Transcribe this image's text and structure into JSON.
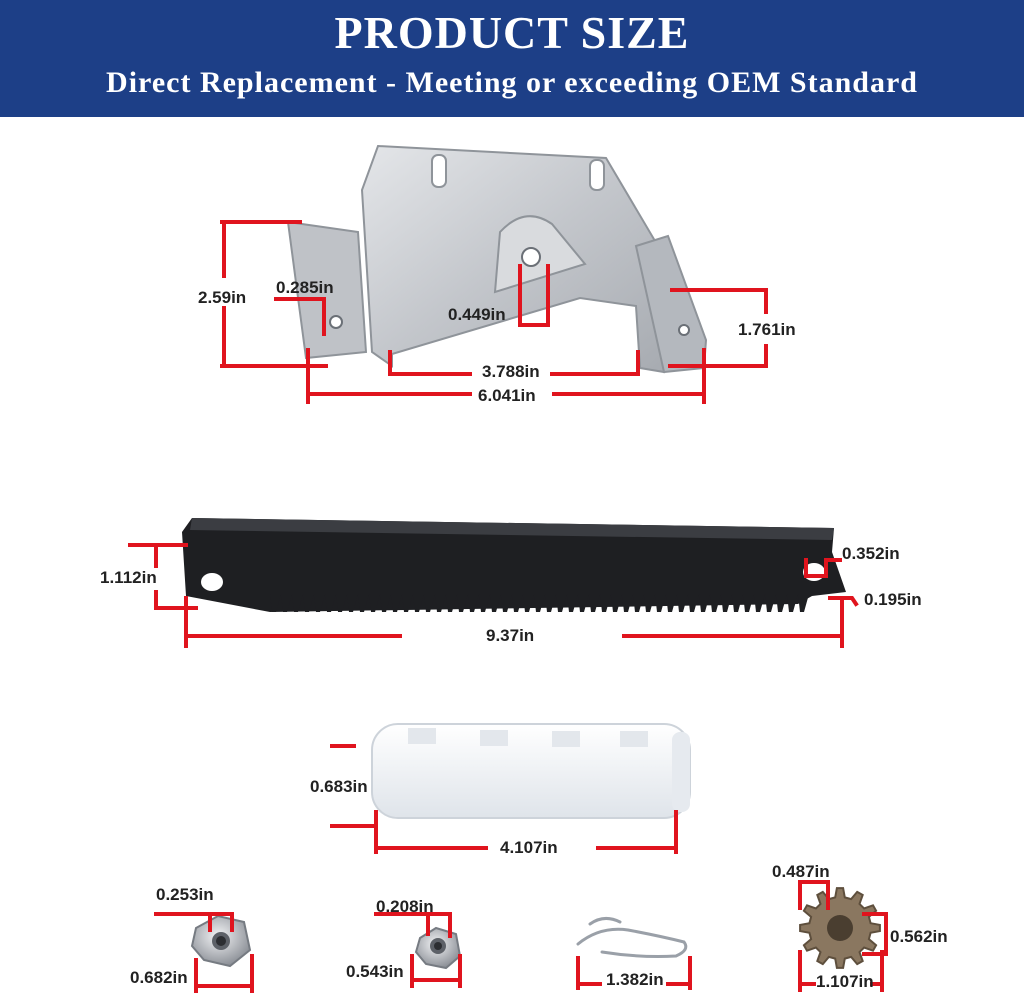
{
  "header": {
    "title": "PRODUCT SIZE",
    "subtitle": "Direct Replacement - Meeting or exceeding OEM Standard"
  },
  "colors": {
    "banner": "#1d3f87",
    "dimension_line": "#e0141e",
    "bracket_metal": "#c9cbcf",
    "rack": "#1e1f22",
    "bushing": "#f4f6f8",
    "gear": "#8a7760"
  },
  "bracket": {
    "height": "2.59in",
    "hole_diameter": "0.285in",
    "center_hole": "0.449in",
    "inner_width": "3.788in",
    "flange_height": "1.761in",
    "total_width": "6.041in"
  },
  "rack": {
    "height": "1.112in",
    "length": "9.37in",
    "hole": "0.352in",
    "tooth": "0.195in"
  },
  "bushing": {
    "diameter": "0.683in",
    "length": "4.107in"
  },
  "small_parts": {
    "nut_large_hole": "0.253in",
    "nut_large_width": "0.682in",
    "nut_small_hole": "0.208in",
    "nut_small_width": "0.543in",
    "hairpin_length": "1.382in",
    "gear_bore": "0.487in",
    "gear_height": "0.562in",
    "gear_width": "1.107in"
  }
}
